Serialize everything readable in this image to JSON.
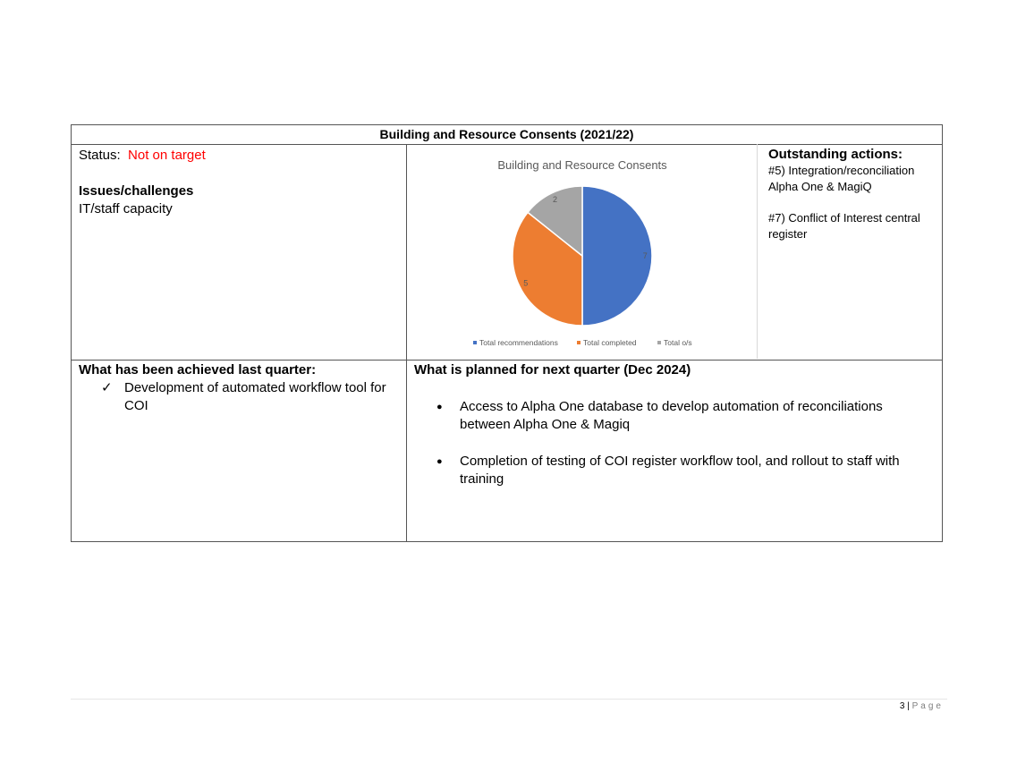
{
  "table": {
    "title": "Building and Resource Consents (2021/22)",
    "status_label": "Status:",
    "status_value": "Not on target",
    "issues_heading": "Issues/challenges",
    "issues_text": "IT/staff capacity",
    "outstanding_heading": "Outstanding actions:",
    "outstanding_items": [
      "#5) Integration/reconciliation Alpha One & MagiQ",
      "#7) Conflict of Interest central register"
    ],
    "achieved_heading": "What has been achieved last quarter:",
    "achieved_items": [
      "Development of automated workflow tool for COI"
    ],
    "planned_heading": "What is planned for next quarter (Dec 2024)",
    "planned_items": [
      "Access to Alpha One database to develop automation of reconciliations between Alpha One & Magiq",
      "Completion of testing of COI register workflow tool, and rollout to staff with training"
    ]
  },
  "chart_data": {
    "type": "pie",
    "title": "Building and Resource  Consents",
    "categories": [
      "Total recommendations",
      "Total completed",
      "Total o/s"
    ],
    "values": [
      7,
      5,
      2
    ],
    "colors": [
      "#4472c4",
      "#ed7d31",
      "#a5a5a5"
    ],
    "legend_position": "bottom"
  },
  "footer": {
    "page_number": "3",
    "separator": "|",
    "page_label": "Page"
  }
}
